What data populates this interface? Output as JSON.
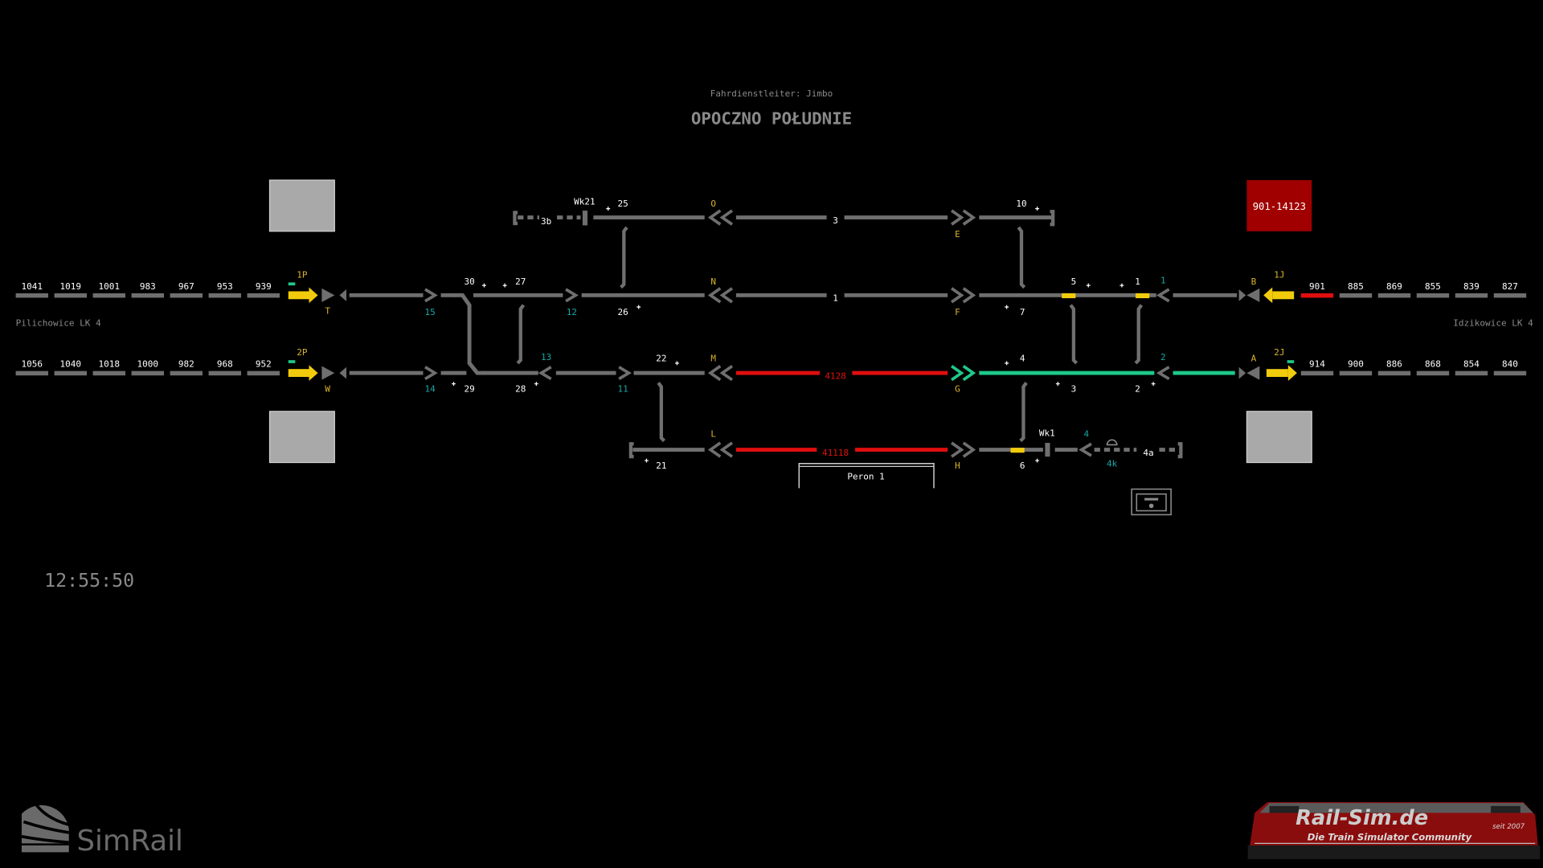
{
  "header": {
    "dispatcher": "Fahrdienstleiter: Jimbo",
    "station": "OPOCZNO POŁUDNIE"
  },
  "clock": "12:55:50",
  "line_labels": {
    "west": "Pilichowice LK 4",
    "east": "Idzikowice LK 4"
  },
  "train_box": {
    "label": "901-14123"
  },
  "blocks": {
    "west_upper": [
      {
        "label": "1041",
        "state": "free"
      },
      {
        "label": "1019",
        "state": "free"
      },
      {
        "label": "1001",
        "state": "free"
      },
      {
        "label": "983",
        "state": "free"
      },
      {
        "label": "967",
        "state": "free"
      },
      {
        "label": "953",
        "state": "free"
      },
      {
        "label": "939",
        "state": "free"
      }
    ],
    "west_lower": [
      {
        "label": "1056",
        "state": "free"
      },
      {
        "label": "1040",
        "state": "free"
      },
      {
        "label": "1018",
        "state": "free"
      },
      {
        "label": "1000",
        "state": "free"
      },
      {
        "label": "982",
        "state": "free"
      },
      {
        "label": "968",
        "state": "free"
      },
      {
        "label": "952",
        "state": "free"
      }
    ],
    "east_upper": [
      {
        "label": "901",
        "state": "occupied"
      },
      {
        "label": "885",
        "state": "free"
      },
      {
        "label": "869",
        "state": "free"
      },
      {
        "label": "855",
        "state": "free"
      },
      {
        "label": "839",
        "state": "free"
      },
      {
        "label": "827",
        "state": "free"
      }
    ],
    "east_lower": [
      {
        "label": "914",
        "state": "free"
      },
      {
        "label": "900",
        "state": "free"
      },
      {
        "label": "886",
        "state": "free"
      },
      {
        "label": "868",
        "state": "free"
      },
      {
        "label": "854",
        "state": "free"
      },
      {
        "label": "840",
        "state": "free"
      }
    ]
  },
  "signals": {
    "1P": "1P",
    "2P": "2P",
    "T": "T",
    "W": "W",
    "O": "O",
    "N": "N",
    "M": "M",
    "L": "L",
    "E": "E",
    "F": "F",
    "G": "G",
    "H": "H",
    "B": "B",
    "A": "A",
    "1J": "1J",
    "2J": "2J"
  },
  "tracks": {
    "t3": "3",
    "t1": "1",
    "t4128": "4128",
    "t41118": "41118",
    "t3b": "3b",
    "t4a": "4a"
  },
  "track_circuits": {
    "c15": "15",
    "c14": "14",
    "c12": "12",
    "c13": "13",
    "c11": "11",
    "c1": "1",
    "c2": "2",
    "c4": "4",
    "c4k": "4k"
  },
  "switches": {
    "s30": "30",
    "s27": "27",
    "s29": "29",
    "s28": "28",
    "s26": "26",
    "s25": "25",
    "s22": "22",
    "s21": "21",
    "s10": "10",
    "s7": "7",
    "s5": "5",
    "s1": "1",
    "s4": "4",
    "s3": "3",
    "s2": "2",
    "s6": "6"
  },
  "derailers": {
    "wk21": "Wk21",
    "wk1": "Wk1"
  },
  "platform": "Peron 1",
  "logos": {
    "simrail": "SimRail",
    "railsim": "Rail-Sim.de",
    "railsim_tagline": "Die Train Simulator Community",
    "railsim_since": "seit 2007"
  },
  "colors": {
    "track": "#6f6f6f",
    "occupied": "#e00e0e",
    "route": "#1ec98a",
    "signal_arrow": "#f2cc0c",
    "train_box": "#a00000",
    "label_yellow": "#d9b42a",
    "label_teal": "#1aa6a6"
  }
}
